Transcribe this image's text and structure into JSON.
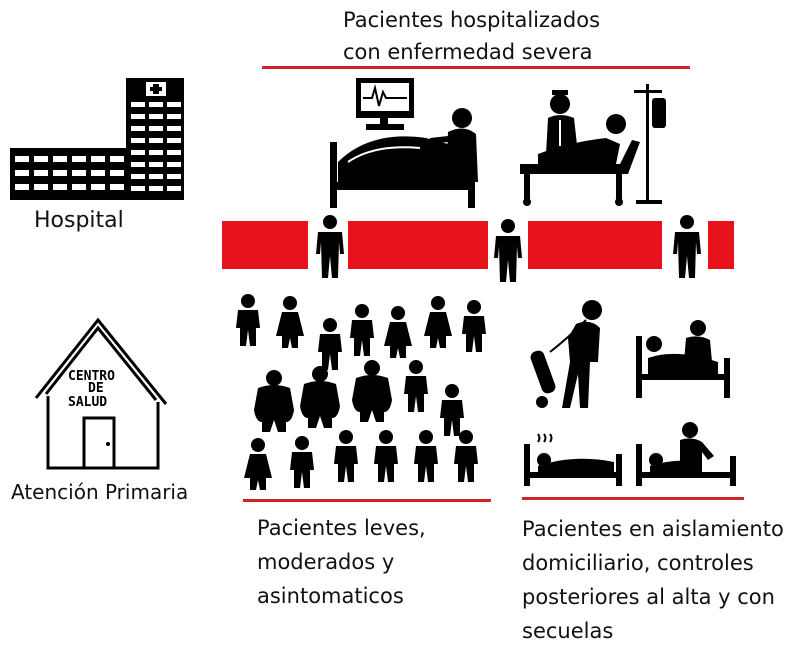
{
  "colors": {
    "accent_red": "#d0232a",
    "bar_red": "#e8121c",
    "ink": "#000000"
  },
  "hospital": {
    "label": "Hospital",
    "icon": "hospital-building-icon"
  },
  "primary_care": {
    "label": "Atención Primaria",
    "icon": "health-center-house-icon",
    "sign_line1": "CENTRO",
    "sign_line2": "DE",
    "sign_line3": "SALUD"
  },
  "severe": {
    "title_line1": "Pacientes hospitalizados",
    "title_line2": "con enfermedad severa"
  },
  "mild": {
    "line1": "Pacientes leves,",
    "line2": "moderados y",
    "line3": "asintomaticos"
  },
  "isolation": {
    "line1": "Pacientes en aislamiento",
    "line2": "domiciliario, controles",
    "line3": "posteriores al alta y con",
    "line4": "secuelas"
  }
}
